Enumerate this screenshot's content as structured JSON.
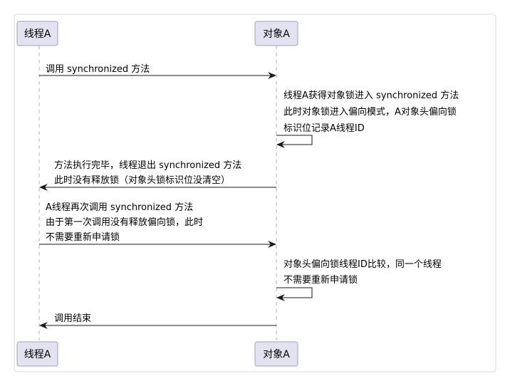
{
  "participants": {
    "thread": {
      "name": "线程A"
    },
    "object": {
      "name": "对象A"
    }
  },
  "messages": [
    {
      "from": "thread",
      "to": "object",
      "lines": [
        "调用 synchronized 方法"
      ]
    },
    {
      "from": "object",
      "to": "object",
      "lines": [
        "线程A获得对象锁进入 synchronized 方法",
        "此时对象锁进入偏向模式，A对象头偏向锁",
        "标识位记录A线程ID"
      ]
    },
    {
      "from": "object",
      "to": "thread",
      "lines": [
        "方法执行完毕，线程退出 synchronized 方法",
        "此时没有释放锁（对象头锁标识位没清空）"
      ]
    },
    {
      "from": "thread",
      "to": "object",
      "lines": [
        "A线程再次调用 synchronized 方法",
        "由于第一次调用没有释放偏向锁，此时",
        "不需要重新申请锁"
      ]
    },
    {
      "from": "object",
      "to": "object",
      "lines": [
        "对象头偏向锁线程ID比较，同一个线程",
        "不需要重新申请锁"
      ]
    },
    {
      "from": "object",
      "to": "thread",
      "lines": [
        "调用结束"
      ]
    }
  ],
  "colors": {
    "participant_fill": "#e2e2f0",
    "participant_border": "#a3a3bd",
    "arrow": "#181818",
    "lifeline": "#b0b0b0"
  }
}
